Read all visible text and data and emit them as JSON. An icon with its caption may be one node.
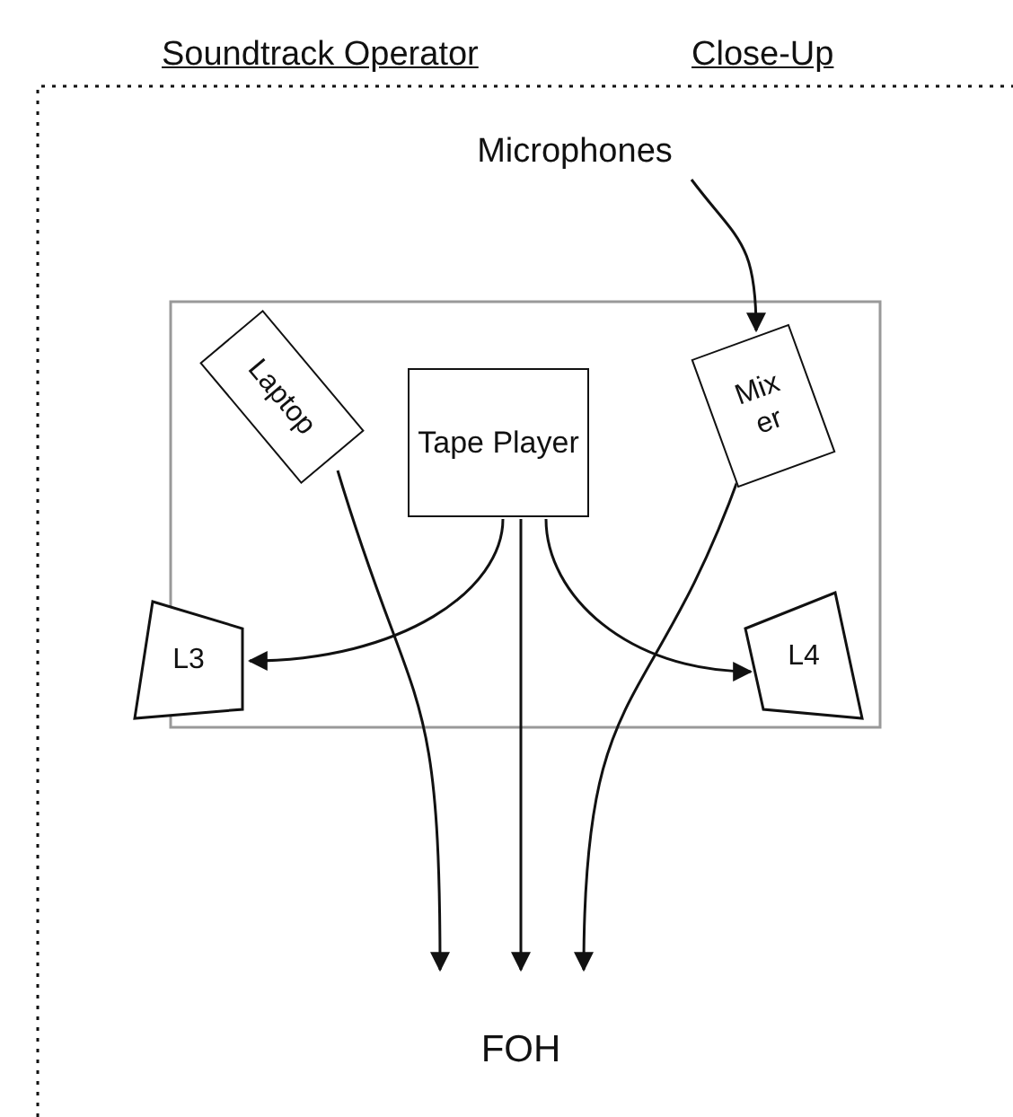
{
  "diagram": {
    "nodes": [
      {
        "text": [
          "Microphones"
        ]
      },
      {
        "text": [
          "Laptop"
        ]
      },
      {
        "text": [
          "Tape Player"
        ]
      },
      {
        "text": [
          "Mix er"
        ]
      },
      {
        "text": [
          "L3"
        ]
      },
      {
        "text": [
          "L4"
        ]
      },
      {
        "text": [
          "FOH"
        ]
      }
    ],
    "edges": [
      {
        "from": 0,
        "to": 3,
        "arrow": "to"
      },
      {
        "from": 1,
        "to": 6,
        "arrow": "to"
      },
      {
        "from": 2,
        "to": 6,
        "arrow": "to"
      },
      {
        "from": 2,
        "to": 4,
        "arrow": "to"
      },
      {
        "from": 2,
        "to": 5,
        "arrow": "to"
      },
      {
        "from": 3,
        "to": 6,
        "arrow": "to"
      }
    ],
    "labels": [
      "Soundtrack Operator",
      "Close-Up"
    ]
  }
}
